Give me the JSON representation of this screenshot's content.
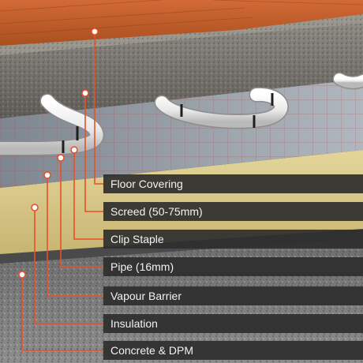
{
  "layers": [
    {
      "label": "Floor Covering"
    },
    {
      "label": "Screed (50-75mm)"
    },
    {
      "label": "Clip Staple"
    },
    {
      "label": "Pipe (16mm)"
    },
    {
      "label": "Vapour Barrier"
    },
    {
      "label": "Insulation"
    },
    {
      "label": "Concrete & DPM"
    }
  ],
  "colors": {
    "callout": "#e8502a",
    "label_bg": "#2e2e2e",
    "label_text": "#f2f2f2",
    "wood": "#c0602e",
    "screed": "#7d7a74",
    "insulation": "#d8c98a",
    "concrete": "#8a8a8a",
    "pipe": "#f4f4f4",
    "barrier": "#9aa3ad"
  }
}
